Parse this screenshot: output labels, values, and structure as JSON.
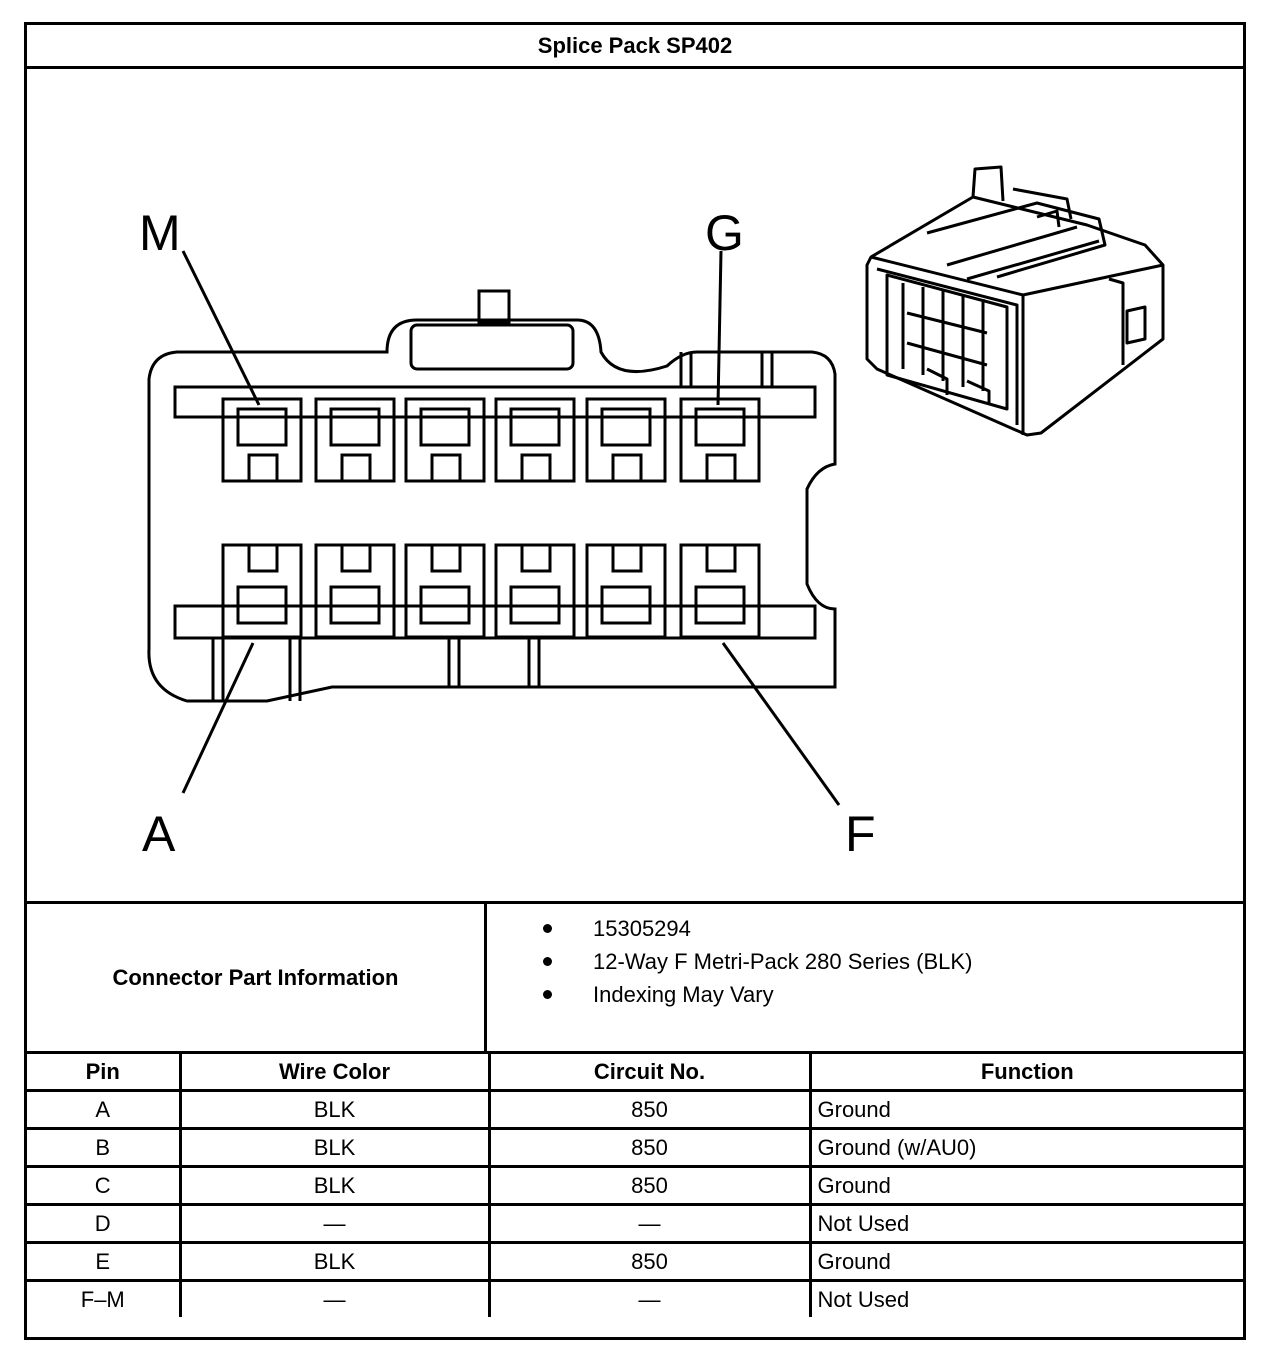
{
  "title": "Splice Pack SP402",
  "diagram": {
    "labels": {
      "top_left": "M",
      "top_right": "G",
      "bottom_left": "A",
      "bottom_right": "F"
    }
  },
  "connector_info": {
    "label": "Connector Part Information",
    "items": [
      "15305294",
      "12-Way F Metri-Pack 280 Series (BLK)",
      "Indexing May Vary"
    ]
  },
  "pin_table": {
    "headers": [
      "Pin",
      "Wire Color",
      "Circuit No.",
      "Function"
    ],
    "rows": [
      [
        "A",
        "BLK",
        "850",
        "Ground"
      ],
      [
        "B",
        "BLK",
        "850",
        "Ground (w/AU0)"
      ],
      [
        "C",
        "BLK",
        "850",
        "Ground"
      ],
      [
        "D",
        "—",
        "—",
        "Not Used"
      ],
      [
        "E",
        "BLK",
        "850",
        "Ground"
      ],
      [
        "F–M",
        "—",
        "—",
        "Not Used"
      ]
    ]
  }
}
